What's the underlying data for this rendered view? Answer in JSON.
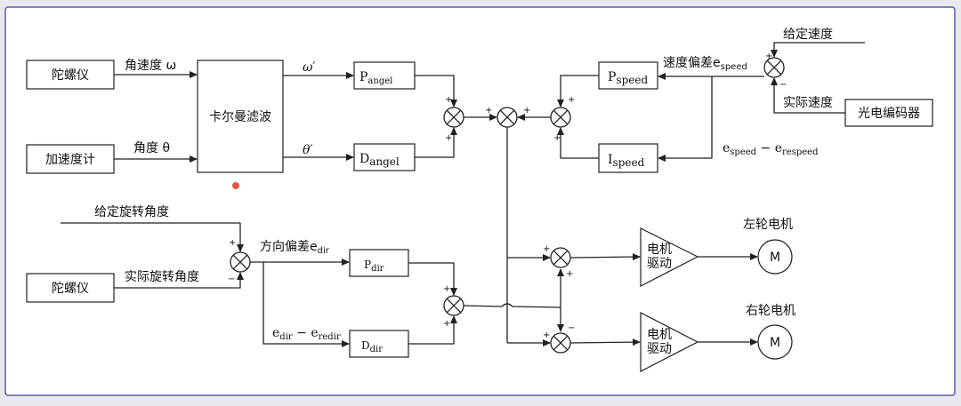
{
  "blocks": {
    "gyro_top": "陀螺仪",
    "accelerometer": "加速度计",
    "kalman": "卡尔曼滤波",
    "encoder": "光电编码器",
    "gyro_bottom": "陀螺仪",
    "driver_left": [
      "电机",
      "驱动"
    ],
    "driver_right": [
      "电机",
      "驱动"
    ],
    "motor_left_symbol": "M",
    "motor_right_symbol": "M"
  },
  "controllers": {
    "p_angle": {
      "main": "P",
      "sub": "angel"
    },
    "d_angle": {
      "main": "D",
      "sub": "angel"
    },
    "p_speed": {
      "main": "P",
      "sub": "speed"
    },
    "i_speed": {
      "main": "I",
      "sub": "speed"
    },
    "p_dir": {
      "main": "P",
      "sub": "dir"
    },
    "d_dir": {
      "main": "D",
      "sub": "dir"
    }
  },
  "labels": {
    "angular_velocity": "角速度 ω",
    "angle": "角度 θ",
    "omega_prime": "ω′",
    "theta_prime": "θ′",
    "given_speed": "给定速度",
    "actual_speed": "实际速度",
    "speed_error_prefix": "速度偏差e",
    "speed_error_sub": "speed",
    "speed_diff_a": "e",
    "speed_diff_a_sub": "speed",
    "speed_diff_minus": " − e",
    "speed_diff_b_sub": "respeed",
    "given_rotation_angle": "给定旋转角度",
    "actual_rotation_angle": "实际旋转角度",
    "dir_error_prefix": "方向偏差e",
    "dir_error_sub": "dir",
    "dir_diff_a": "e",
    "dir_diff_a_sub": "dir",
    "dir_diff_minus": " − e",
    "dir_diff_b_sub": "redir",
    "left_motor": "左轮电机",
    "right_motor": "右轮电机"
  },
  "signs": {
    "plus": "+",
    "minus": "−"
  },
  "colors": {
    "frame": "#5b5bb0",
    "background": "#e8e8ef",
    "marker": "#e03a2a"
  }
}
